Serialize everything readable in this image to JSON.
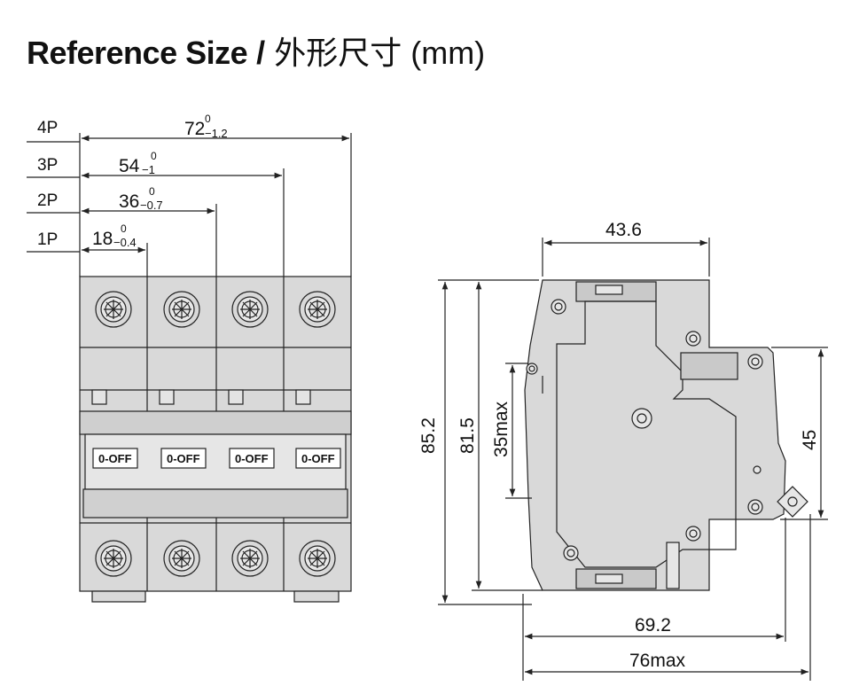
{
  "title": {
    "english": "Reference Size",
    "separator": "/",
    "chinese": "外形尺寸",
    "unit": "(mm)"
  },
  "front_view": {
    "rows": [
      {
        "pole": "4P",
        "nominal": "72",
        "upper": "0",
        "lower": "−1.2"
      },
      {
        "pole": "3P",
        "nominal": "54",
        "upper": "0",
        "lower": "−1"
      },
      {
        "pole": "2P",
        "nominal": "36",
        "upper": "0",
        "lower": "−0.7"
      },
      {
        "pole": "1P",
        "nominal": "18",
        "upper": "0",
        "lower": "−0.4"
      }
    ],
    "switch_label": "0-OFF"
  },
  "side_view": {
    "width_top": "43.6",
    "height_total": "85.2",
    "height_body": "81.5",
    "height_rail": "35max",
    "height_right": "45",
    "depth_body": "69.2",
    "depth_max": "76max"
  },
  "colors": {
    "body": "#d9d9d9",
    "line": "#222222",
    "accent": "#c9c9c9"
  }
}
